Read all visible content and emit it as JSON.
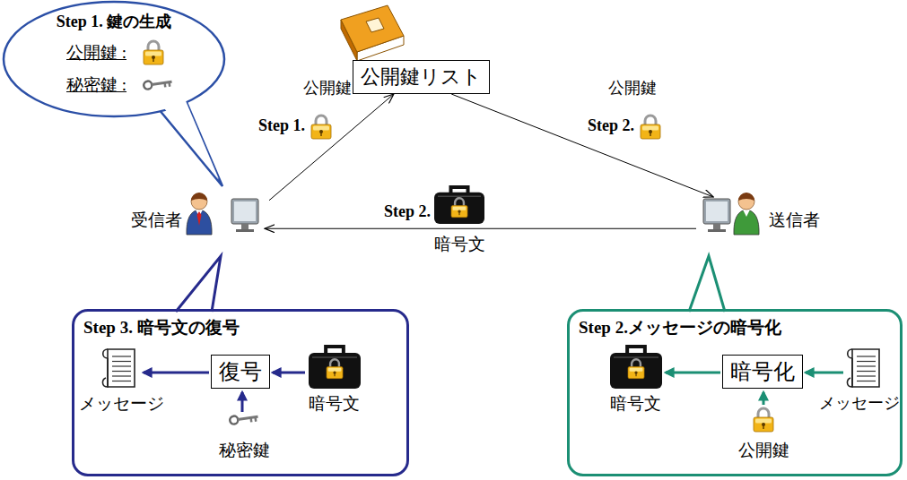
{
  "diagram": {
    "nodes": [
      {
        "text": [
          "Step 1. 鍵の生成",
          "公開鍵 :",
          "秘密鍵 :"
        ]
      },
      {
        "text": [
          "公開鍵リスト"
        ]
      },
      {
        "text": [
          "受信者"
        ]
      },
      {
        "text": [
          "送信者"
        ]
      },
      {
        "text": [
          "Step 3. 暗号文の復号"
        ]
      },
      {
        "text": [
          "復号"
        ],
        "in": 4
      },
      {
        "text": [
          "Step 2.メッセージの暗号化"
        ]
      },
      {
        "text": [
          "暗号化"
        ],
        "in": 6
      }
    ],
    "edges": [
      {
        "from": 2,
        "to": 1,
        "arrow": "to",
        "label": "公開鍵"
      },
      {
        "from": 1,
        "to": 3,
        "arrow": "to",
        "label": "公開鍵"
      },
      {
        "from": 3,
        "to": 2,
        "arrow": "to",
        "label": "暗号文"
      }
    ],
    "labels": [
      "Step 1.",
      "Step 2.",
      "Step 2.",
      "メッセージ",
      "暗号文",
      "秘密鍵",
      "暗号文",
      "メッセージ",
      "公開鍵"
    ]
  }
}
